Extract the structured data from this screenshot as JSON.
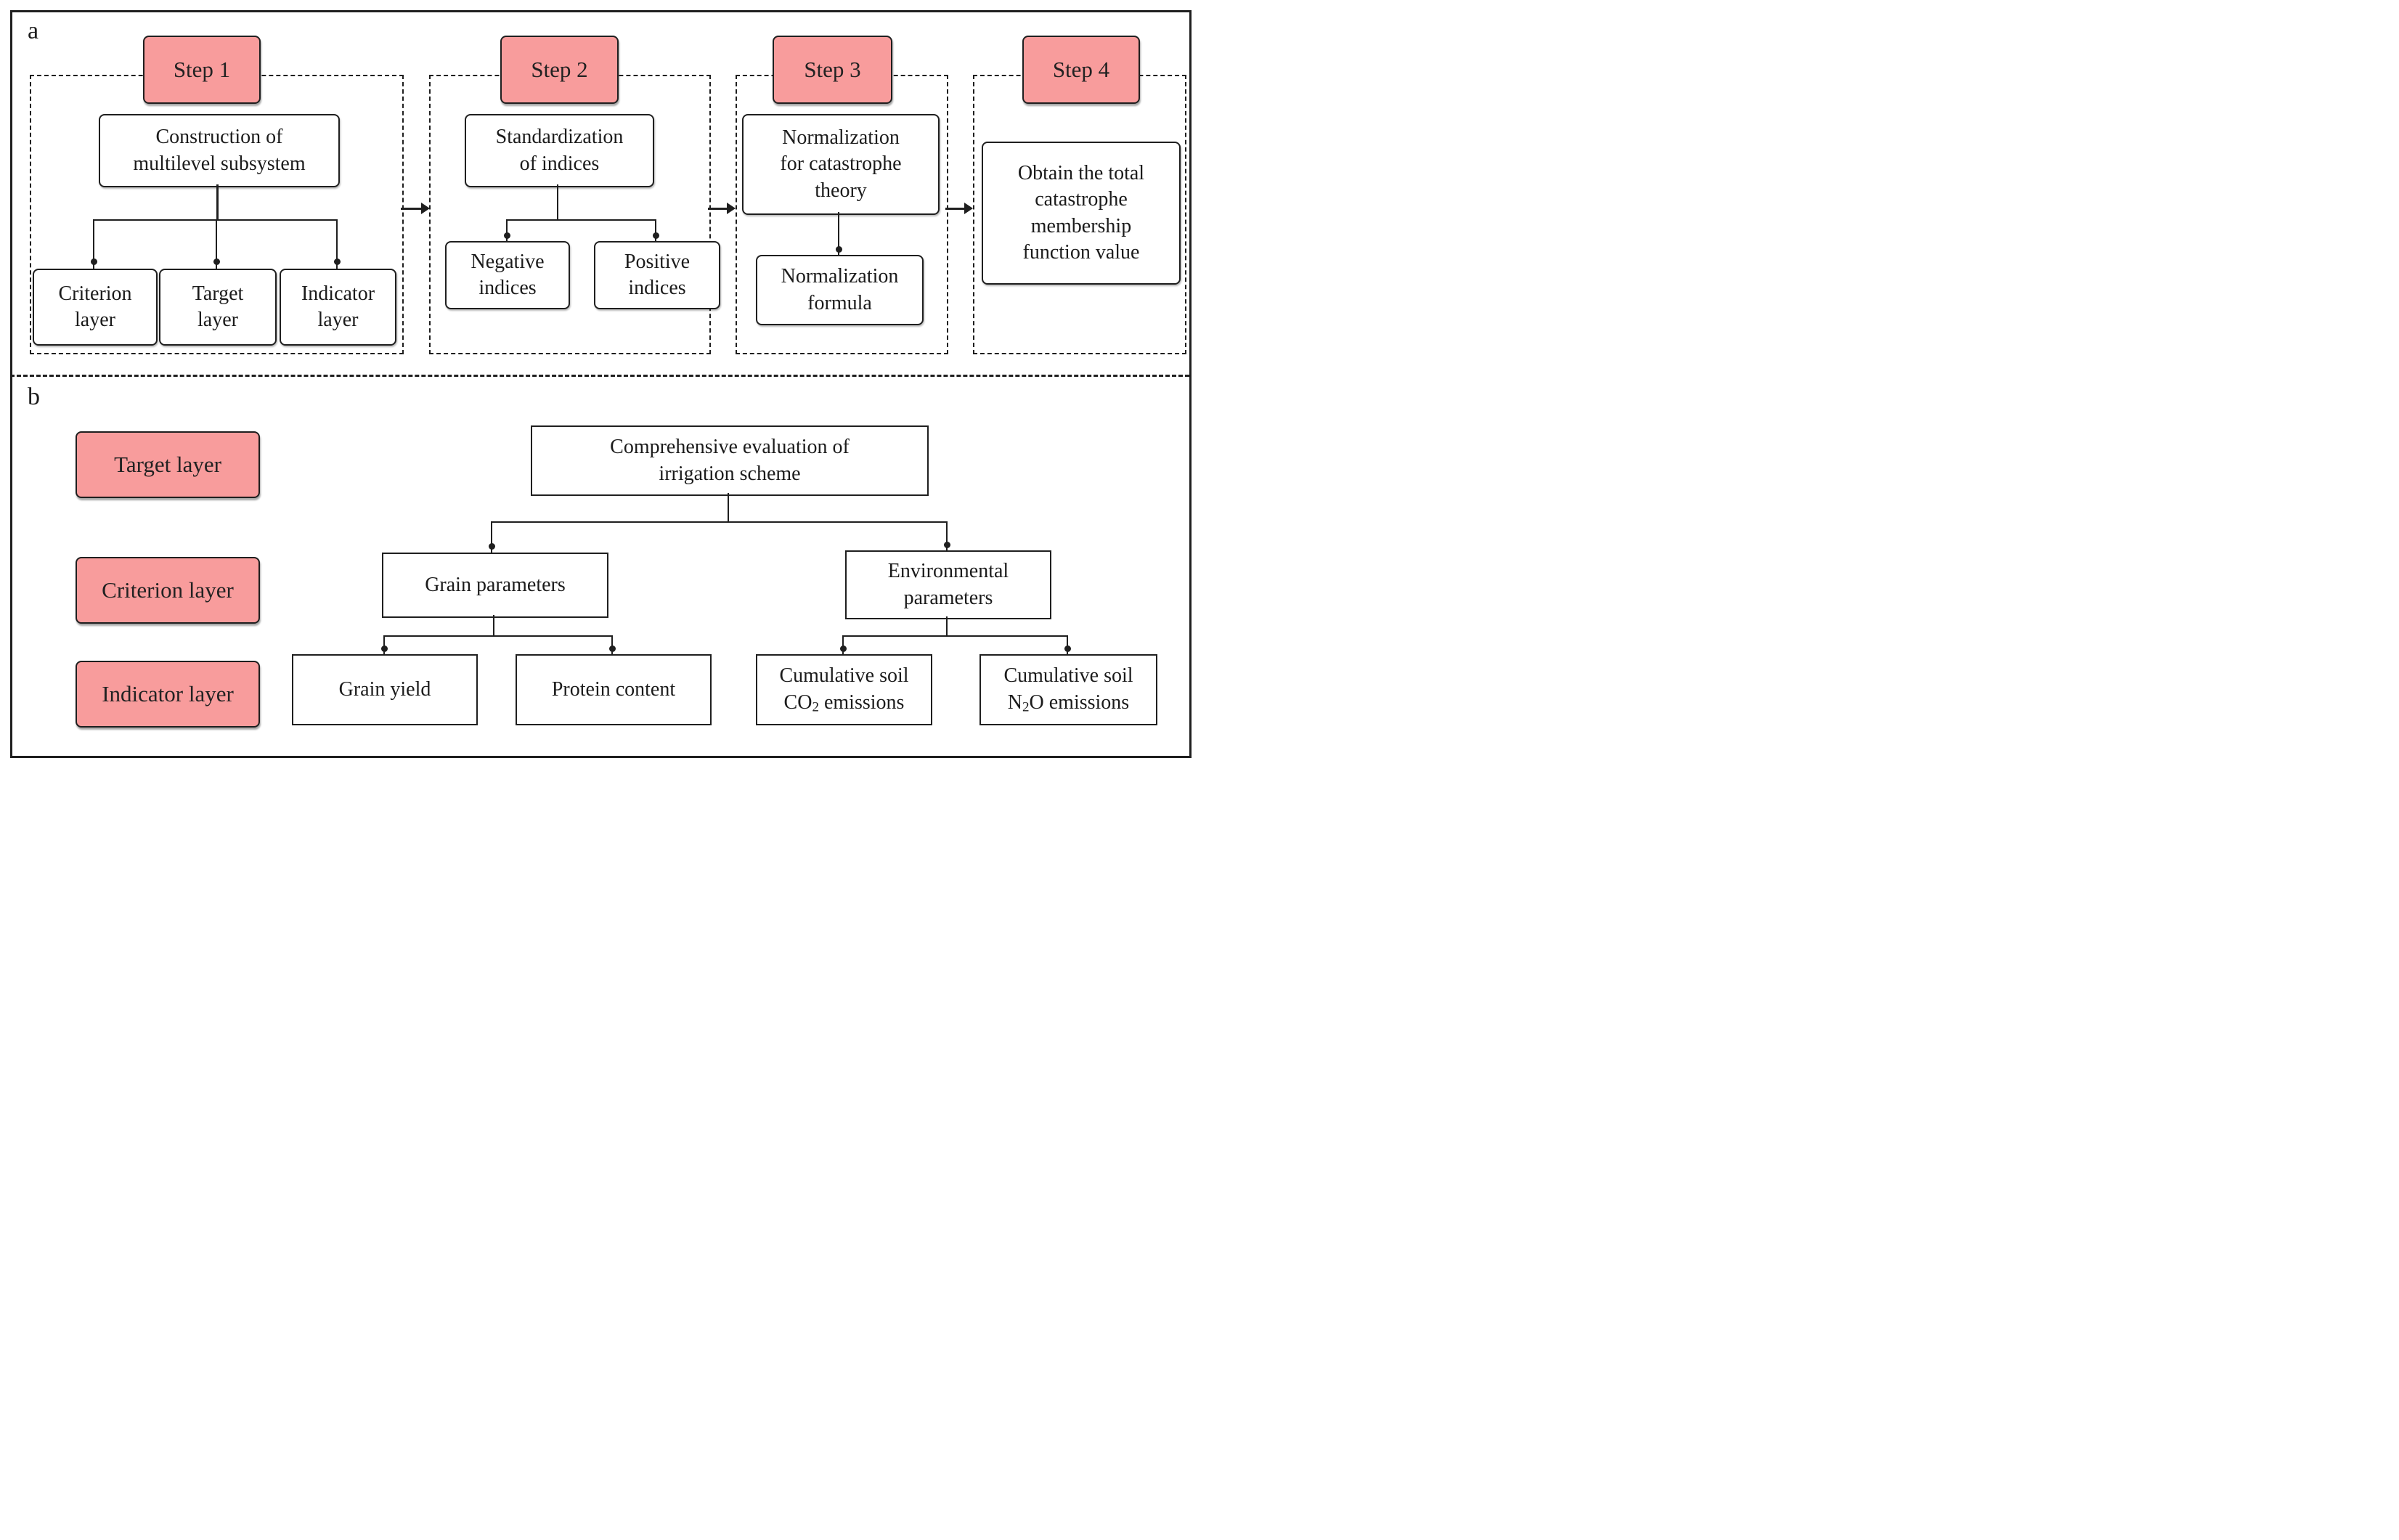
{
  "figure": {
    "panel_a_label": "a",
    "panel_b_label": "b"
  },
  "colors": {
    "step_fill": "#F89C9C",
    "line_color": "#1f1f1f"
  },
  "panel_a": {
    "steps": [
      {
        "tag": "Step 1",
        "main_lines": [
          "Construction of",
          "multilevel subsystem"
        ],
        "children": [
          [
            "Criterion",
            "layer"
          ],
          [
            "Target",
            "layer"
          ],
          [
            "Indicator",
            "layer"
          ]
        ]
      },
      {
        "tag": "Step 2",
        "main_lines": [
          "Standardization",
          "of indices"
        ],
        "children": [
          [
            "Negative",
            "indices"
          ],
          [
            "Positive",
            "indices"
          ]
        ]
      },
      {
        "tag": "Step 3",
        "main_lines": [
          "Normalization",
          "for catastrophe",
          "theory"
        ],
        "children": [
          [
            "Normalization",
            "formula"
          ]
        ]
      },
      {
        "tag": "Step 4",
        "main_lines": [
          "Obtain the total",
          "catastrophe",
          "membership",
          "function value"
        ],
        "children": []
      }
    ]
  },
  "panel_b": {
    "layer_tags": [
      "Target layer",
      "Criterion layer",
      "Indicator layer"
    ],
    "target_lines": [
      "Comprehensive evaluation of",
      "irrigation scheme"
    ],
    "criteria": {
      "grain_lines": [
        "Grain parameters"
      ],
      "environment_lines": [
        "Environmental",
        "parameters"
      ]
    },
    "indicators": {
      "grain_yield_lines": [
        "Grain yield"
      ],
      "protein_lines": [
        "Protein content"
      ],
      "co2": {
        "line1": "Cumulative soil",
        "f1": "CO",
        "sub": "2",
        "f2": " emissions"
      },
      "n2o": {
        "line1": "Cumulative soil",
        "f1": "N",
        "sub": "2",
        "f2": "O emissions"
      }
    }
  }
}
